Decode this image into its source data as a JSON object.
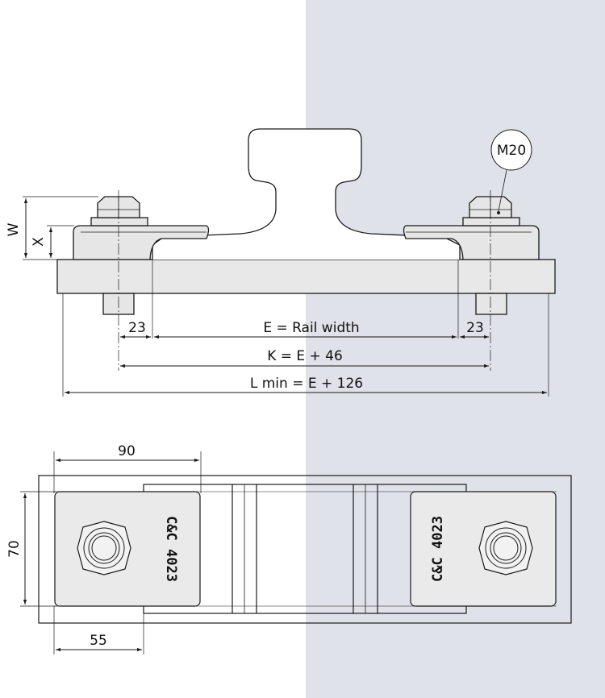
{
  "colors": {
    "background_left": "#ffffff",
    "background_right": "#dfe2e8",
    "line": "#1a1a1a",
    "part_fill": "#e6e6e6"
  },
  "side_view": {
    "label_w": "W",
    "label_x": "X",
    "bolt_size": "M20",
    "dim_23_left": "23",
    "dim_23_right": "23",
    "dim_e": "E = Rail width",
    "dim_k": "K = E + 46",
    "dim_l": "L min = E + 126"
  },
  "top_view": {
    "dim_90": "90",
    "dim_70": "70",
    "dim_55": "55",
    "clip_marking_left": "C&C 4023",
    "clip_marking_right": "C&C 4023"
  }
}
